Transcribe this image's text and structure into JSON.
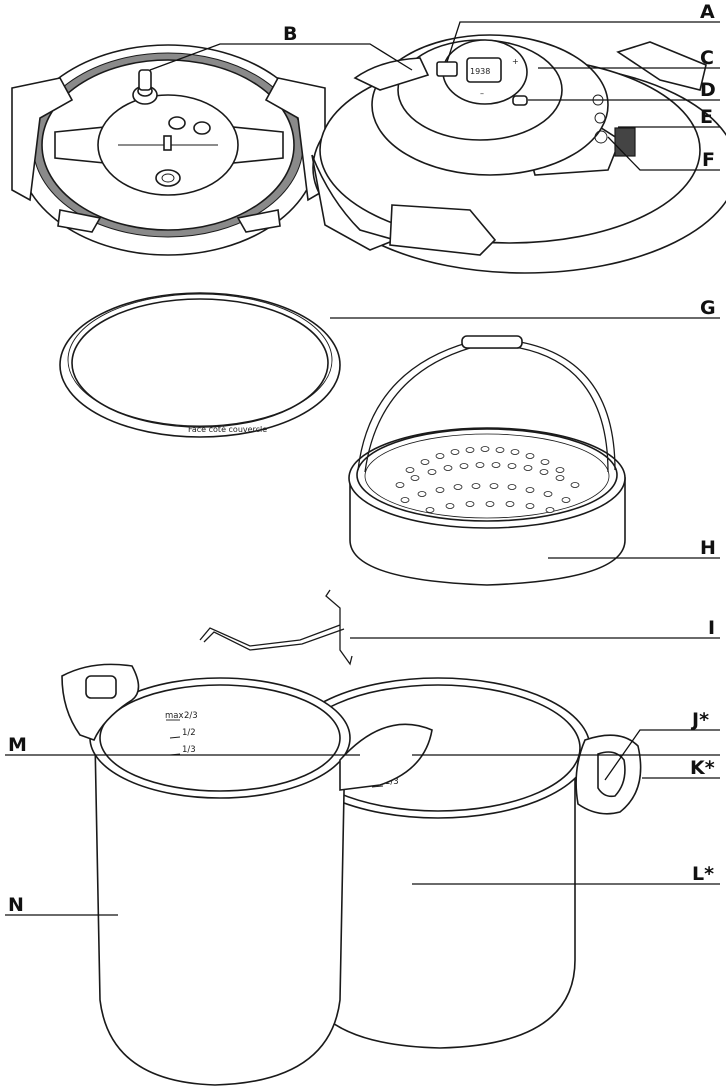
{
  "labels": {
    "A": "A",
    "B": "B",
    "C": "C",
    "D": "D",
    "E": "E",
    "F": "F",
    "G": "G",
    "H": "H",
    "I": "I",
    "J": "J*",
    "K": "K*",
    "L": "L*",
    "M": "M",
    "N": "N"
  },
  "markings": {
    "gasket_text": "Face côté couvercle",
    "max": "max",
    "two_thirds": "2/3",
    "half": "1/2",
    "one_third": "1/3"
  }
}
